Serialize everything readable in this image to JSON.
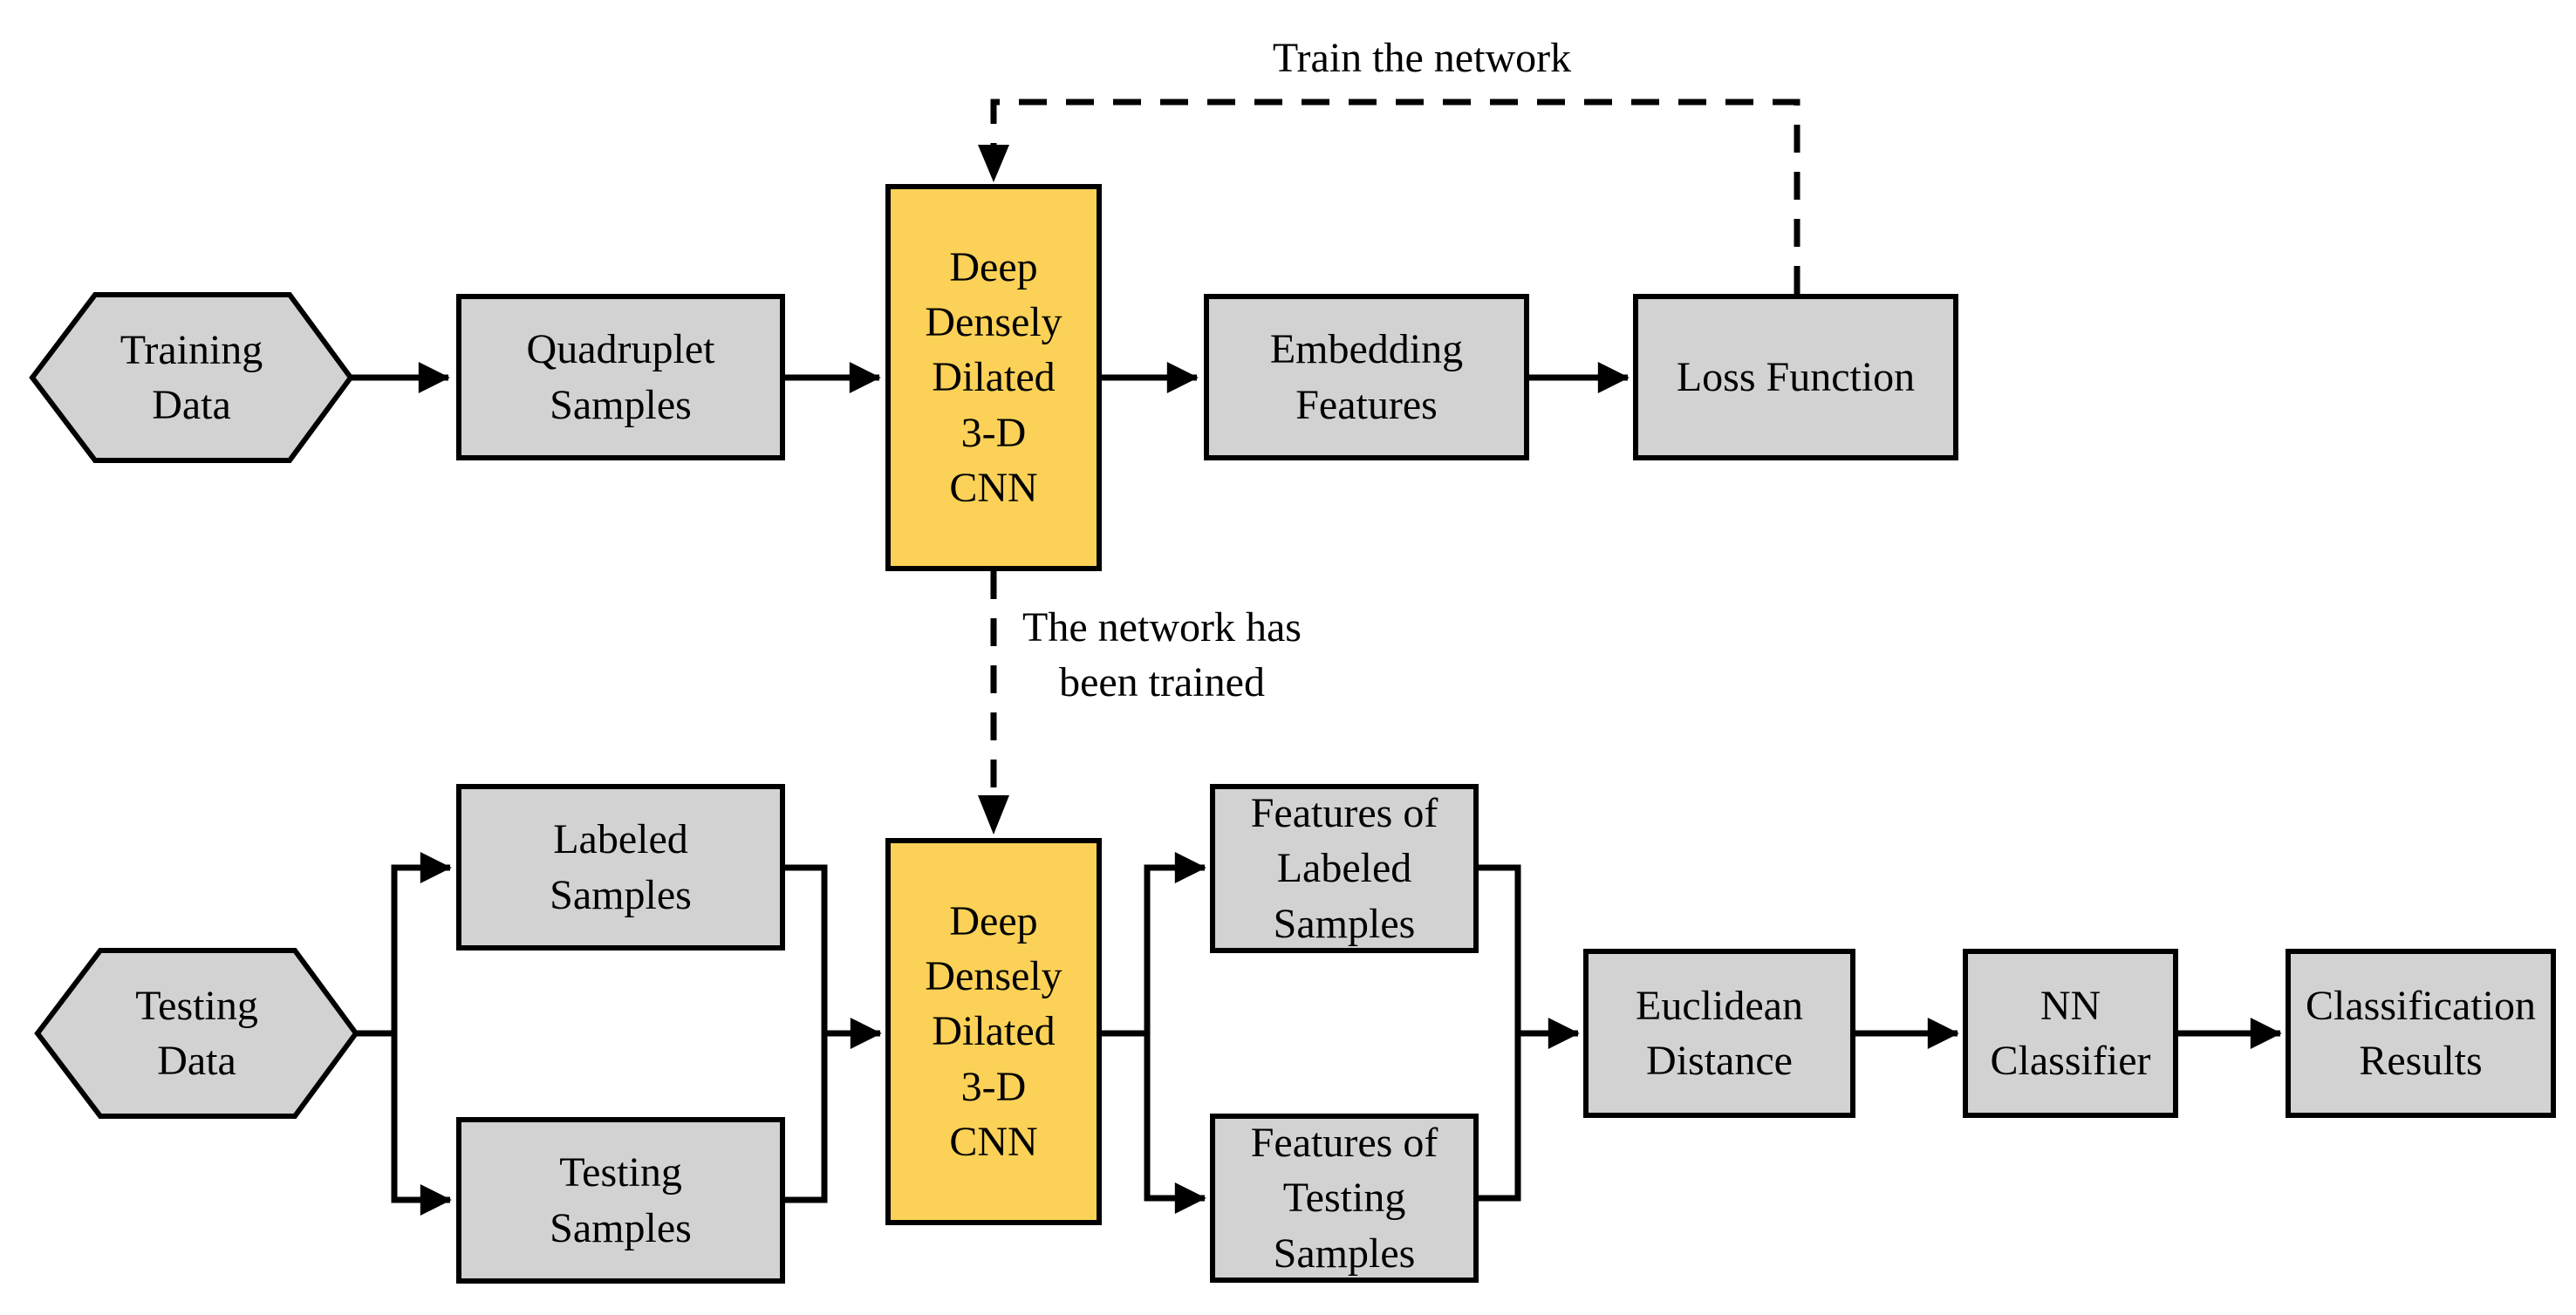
{
  "diagram": {
    "colors": {
      "node_fill": "#d2d2d2",
      "cnn_fill": "#fbd157",
      "line": "#000000",
      "text": "#000000",
      "background": "#ffffff"
    },
    "training_flow": {
      "training_data_label": "Training\nData",
      "quadruplet_samples_label": "Quadruplet\nSamples",
      "cnn_label": "Deep\nDensely\nDilated\n3-D\nCNN",
      "embedding_features_label": "Embedding\nFeatures",
      "loss_function_label": "Loss Function",
      "feedback_label": "Train the network"
    },
    "transition": {
      "trained_label": "The network has\nbeen trained"
    },
    "testing_flow": {
      "testing_data_label": "Testing\nData",
      "labeled_samples_label": "Labeled\nSamples",
      "testing_samples_label": "Testing\nSamples",
      "cnn_label": "Deep\nDensely\nDilated\n3-D\nCNN",
      "features_labeled_label": "Features of\nLabeled\nSamples",
      "features_testing_label": "Features of\nTesting\nSamples",
      "euclidean_distance_label": "Euclidean\nDistance",
      "nn_classifier_label": "NN\nClassifier",
      "classification_results_label": "Classification\nResults"
    }
  }
}
